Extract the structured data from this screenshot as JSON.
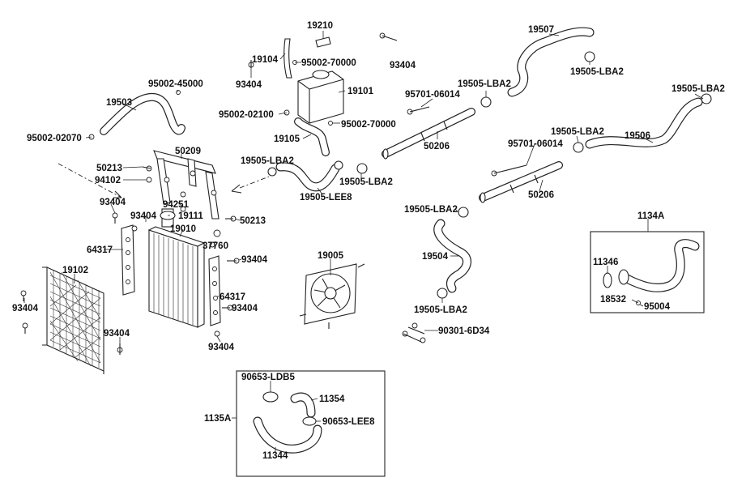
{
  "diagram": {
    "labels": {
      "p19210": "19210",
      "p19507": "19507",
      "p19104": "19104",
      "p95002_70000_a": "95002-70000",
      "p93404_top": "93404",
      "p93404_left": "93404",
      "p95002_45000": "95002-45000",
      "p19101": "19101",
      "p95701_06014_a": "95701-06014",
      "p19505_lba2_a": "19505-LBA2",
      "p19505_lba2_b": "19505-LBA2",
      "p19505_lba2_c": "19505-LBA2",
      "p19503": "19503",
      "p95002_02100": "95002-02100",
      "p95002_70000_b": "95002-70000",
      "p19505_lba2_d": "19505-LBA2",
      "p19506": "19506",
      "p95002_02070": "95002-02070",
      "p19105": "19105",
      "p50206_a": "50206",
      "p95701_06014_b": "95701-06014",
      "p50209": "50209",
      "p19505_lba2_e": "19505-LBA2",
      "p50213_a": "50213",
      "p94102": "94102",
      "p19505_lee8": "19505-LEE8",
      "p19505_lba2_f": "19505-LBA2",
      "p50206_b": "50206",
      "p93404_a": "93404",
      "p94251": "94251",
      "p19505_lba2_g": "19505-LBA2",
      "p1134a": "1134A",
      "p93404_b": "93404",
      "p19111": "19111",
      "p50213_b": "50213",
      "p19010": "19010",
      "p37760": "37760",
      "p64317_a": "64317",
      "p19005": "19005",
      "p93404_c": "93404",
      "p19504": "19504",
      "p11346": "11346",
      "p19102": "19102",
      "p64317_b": "64317",
      "p93404_d": "93404",
      "p18532": "18532",
      "p95004": "95004",
      "p93404_e": "93404",
      "p19505_lba2_h": "19505-LBA2",
      "p93404_f": "93404",
      "p90301_6d34": "90301-6D34",
      "p93404_g": "93404",
      "p90653_ldb5": "90653-LDB5",
      "p11354": "11354",
      "p1135a": "1135A",
      "p90653_lee8": "90653-LEE8",
      "p11344": "11344"
    }
  }
}
